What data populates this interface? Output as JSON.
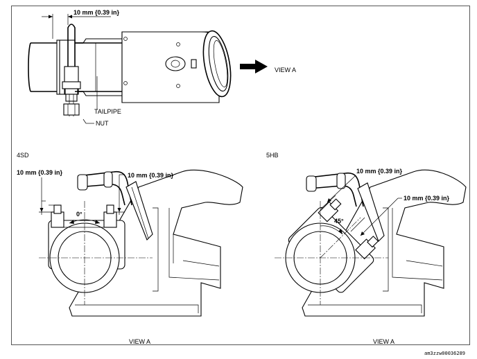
{
  "labels": {
    "top_dim": "10 mm {0.39 in}",
    "view_a_arrow": "VIEW A",
    "tailpipe": "TAILPIPE",
    "nut": "NUT",
    "variant_left": "4SD",
    "variant_right": "5HB",
    "left_dim_1": "10 mm {0.39 in}",
    "left_dim_2": "10 mm {0.39 in}",
    "left_angle": "0°",
    "right_dim_1": "10 mm {0.39 in}",
    "right_dim_2": "10 mm {0.39 in}",
    "right_angle": "45°",
    "left_caption": "VIEW A",
    "right_caption": "VIEW A",
    "figure_code": "am3zzw00036289"
  }
}
